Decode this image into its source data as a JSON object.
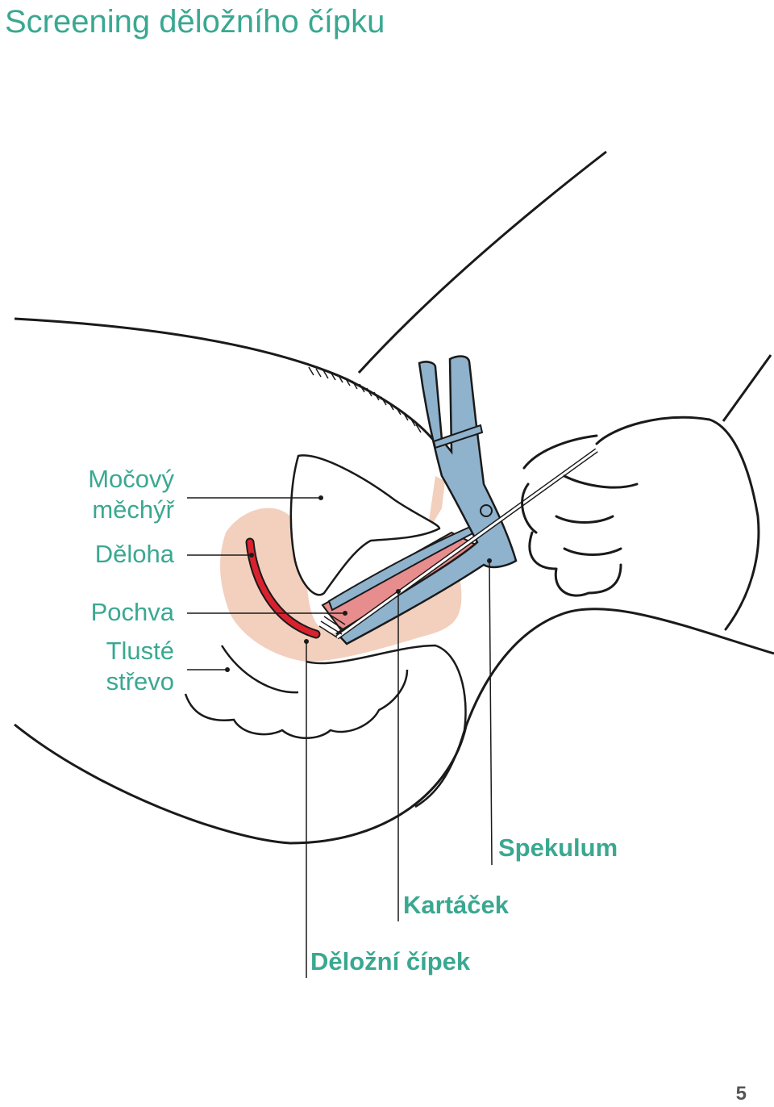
{
  "title": "Screening děložního čípku",
  "labels": {
    "bladder": [
      "Močový",
      "měchýř"
    ],
    "uterus": "Děloha",
    "vagina": "Pochva",
    "colon": [
      "Tlusté",
      "střevo"
    ],
    "speculum": "Spekulum",
    "brush": "Kartáček",
    "cervix": "Děložní čípek"
  },
  "page_number": "5",
  "colors": {
    "accent_text": "#3aa891",
    "tissue": "#f2d0bd",
    "uterus_line": "#d9222d",
    "vagina_fill": "#e88d8d",
    "speculum": "#8fb2cd",
    "outline": "#1a1a1a"
  }
}
